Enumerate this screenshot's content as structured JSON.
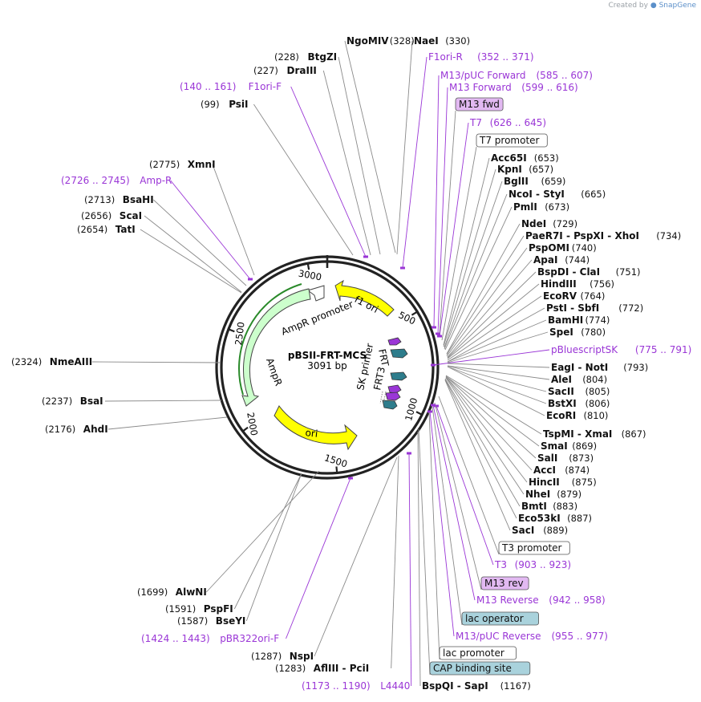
{
  "credit": {
    "prefix": "Created by",
    "brand": "SnapGene"
  },
  "plasmid": {
    "name": "pBSII-FRT-MCS",
    "length": "3091 bp"
  },
  "ticks": [
    "500",
    "1000",
    "1500",
    "2000",
    "2500",
    "3000"
  ],
  "colors": {
    "purple": "#9a36d6",
    "yellow": "#ffff00",
    "green_light": "#ccffcc",
    "teal": "#2e7d8c",
    "box_purple": "#e2b9f2",
    "box_teal": "#a9d2dc"
  },
  "features": [
    {
      "label": "f1 ori",
      "color": "#ffff00"
    },
    {
      "label": "AmpR promoter",
      "color": "#ffffff"
    },
    {
      "label": "AmpR",
      "color": "#ccffcc"
    },
    {
      "label": "ori",
      "color": "#ffff00"
    },
    {
      "label": "FRT",
      "color": "#2e7d8c"
    },
    {
      "label": "SK primer",
      "color": "#9a36d6"
    },
    {
      "label": "FRT3",
      "color": "#2e7d8c"
    }
  ],
  "labels": [
    {
      "name": "NgoMIV",
      "pos": "(328)",
      "type": "site"
    },
    {
      "name": "NaeI",
      "pos": "(330)",
      "type": "site"
    },
    {
      "name": "BtgZI",
      "pos": "(228)",
      "type": "site"
    },
    {
      "name": "F1ori-R",
      "pos": "(352 .. 371)",
      "type": "primer"
    },
    {
      "name": "DraIII",
      "pos": "(227)",
      "type": "site"
    },
    {
      "name": "M13/pUC Forward",
      "pos": "(585 .. 607)",
      "type": "primer"
    },
    {
      "name": "F1ori-F",
      "pos": "(140 .. 161)",
      "type": "primer"
    },
    {
      "name": "M13 Forward",
      "pos": "(599 .. 616)",
      "type": "primer"
    },
    {
      "name": "M13 fwd",
      "pos": "",
      "type": "box-purple"
    },
    {
      "name": "PsiI",
      "pos": "(99)",
      "type": "site"
    },
    {
      "name": "T7",
      "pos": "(626 .. 645)",
      "type": "primer"
    },
    {
      "name": "T7 promoter",
      "pos": "",
      "type": "box-white"
    },
    {
      "name": "Acc65I",
      "pos": "(653)",
      "type": "site"
    },
    {
      "name": "XmnI",
      "pos": "(2775)",
      "type": "site"
    },
    {
      "name": "KpnI",
      "pos": "(657)",
      "type": "site"
    },
    {
      "name": "Amp-R",
      "pos": "(2726 .. 2745)",
      "type": "primer"
    },
    {
      "name": "BglII",
      "pos": "(659)",
      "type": "site"
    },
    {
      "name": "NcoI - StyI",
      "pos": "(665)",
      "type": "site"
    },
    {
      "name": "BsaHI",
      "pos": "(2713)",
      "type": "site"
    },
    {
      "name": "PmlI",
      "pos": "(673)",
      "type": "site"
    },
    {
      "name": "ScaI",
      "pos": "(2656)",
      "type": "site"
    },
    {
      "name": "TatI",
      "pos": "(2654)",
      "type": "site"
    },
    {
      "name": "NdeI",
      "pos": "(729)",
      "type": "site"
    },
    {
      "name": "PaeR7I - PspXI - XhoI",
      "pos": "(734)",
      "type": "site"
    },
    {
      "name": "PspOMI",
      "pos": "(740)",
      "type": "site"
    },
    {
      "name": "ApaI",
      "pos": "(744)",
      "type": "site"
    },
    {
      "name": "BspDI - ClaI",
      "pos": "(751)",
      "type": "site"
    },
    {
      "name": "HindIII",
      "pos": "(756)",
      "type": "site"
    },
    {
      "name": "EcoRV",
      "pos": "(764)",
      "type": "site"
    },
    {
      "name": "PstI - SbfI",
      "pos": "(772)",
      "type": "site"
    },
    {
      "name": "BamHI",
      "pos": "(774)",
      "type": "site"
    },
    {
      "name": "SpeI",
      "pos": "(780)",
      "type": "site"
    },
    {
      "name": "pBluescriptSK",
      "pos": "(775 .. 791)",
      "type": "primer"
    },
    {
      "name": "NmeAIII",
      "pos": "(2324)",
      "type": "site"
    },
    {
      "name": "EagI - NotI",
      "pos": "(793)",
      "type": "site"
    },
    {
      "name": "AleI",
      "pos": "(804)",
      "type": "site"
    },
    {
      "name": "SacII",
      "pos": "(805)",
      "type": "site"
    },
    {
      "name": "BsaI",
      "pos": "(2237)",
      "type": "site"
    },
    {
      "name": "BstXI",
      "pos": "(806)",
      "type": "site"
    },
    {
      "name": "EcoRI",
      "pos": "(810)",
      "type": "site"
    },
    {
      "name": "AhdI",
      "pos": "(2176)",
      "type": "site"
    },
    {
      "name": "TspMI - XmaI",
      "pos": "(867)",
      "type": "site"
    },
    {
      "name": "SmaI",
      "pos": "(869)",
      "type": "site"
    },
    {
      "name": "SalI",
      "pos": "(873)",
      "type": "site"
    },
    {
      "name": "AccI",
      "pos": "(874)",
      "type": "site"
    },
    {
      "name": "HincII",
      "pos": "(875)",
      "type": "site"
    },
    {
      "name": "NheI",
      "pos": "(879)",
      "type": "site"
    },
    {
      "name": "BmtI",
      "pos": "(883)",
      "type": "site"
    },
    {
      "name": "Eco53kI",
      "pos": "(887)",
      "type": "site"
    },
    {
      "name": "SacI",
      "pos": "(889)",
      "type": "site"
    },
    {
      "name": "T3 promoter",
      "pos": "",
      "type": "box-white"
    },
    {
      "name": "T3",
      "pos": "(903 .. 923)",
      "type": "primer"
    },
    {
      "name": "M13 rev",
      "pos": "",
      "type": "box-purple"
    },
    {
      "name": "AlwNI",
      "pos": "(1699)",
      "type": "site"
    },
    {
      "name": "M13 Reverse",
      "pos": "(942 .. 958)",
      "type": "primer"
    },
    {
      "name": "PspFI",
      "pos": "(1591)",
      "type": "site"
    },
    {
      "name": "lac operator",
      "pos": "",
      "type": "box-teal"
    },
    {
      "name": "BseYI",
      "pos": "(1587)",
      "type": "site"
    },
    {
      "name": "M13/pUC Reverse",
      "pos": "(955 .. 977)",
      "type": "primer"
    },
    {
      "name": "pBR322ori-F",
      "pos": "(1424 .. 1443)",
      "type": "primer"
    },
    {
      "name": "lac promoter",
      "pos": "",
      "type": "box-white"
    },
    {
      "name": "NspI",
      "pos": "(1287)",
      "type": "site"
    },
    {
      "name": "AflIII - PciI",
      "pos": "(1283)",
      "type": "site"
    },
    {
      "name": "CAP binding site",
      "pos": "",
      "type": "box-teal"
    },
    {
      "name": "L4440",
      "pos": "(1173 .. 1190)",
      "type": "primer"
    },
    {
      "name": "BspQI - SapI",
      "pos": "(1167)",
      "type": "site"
    }
  ]
}
